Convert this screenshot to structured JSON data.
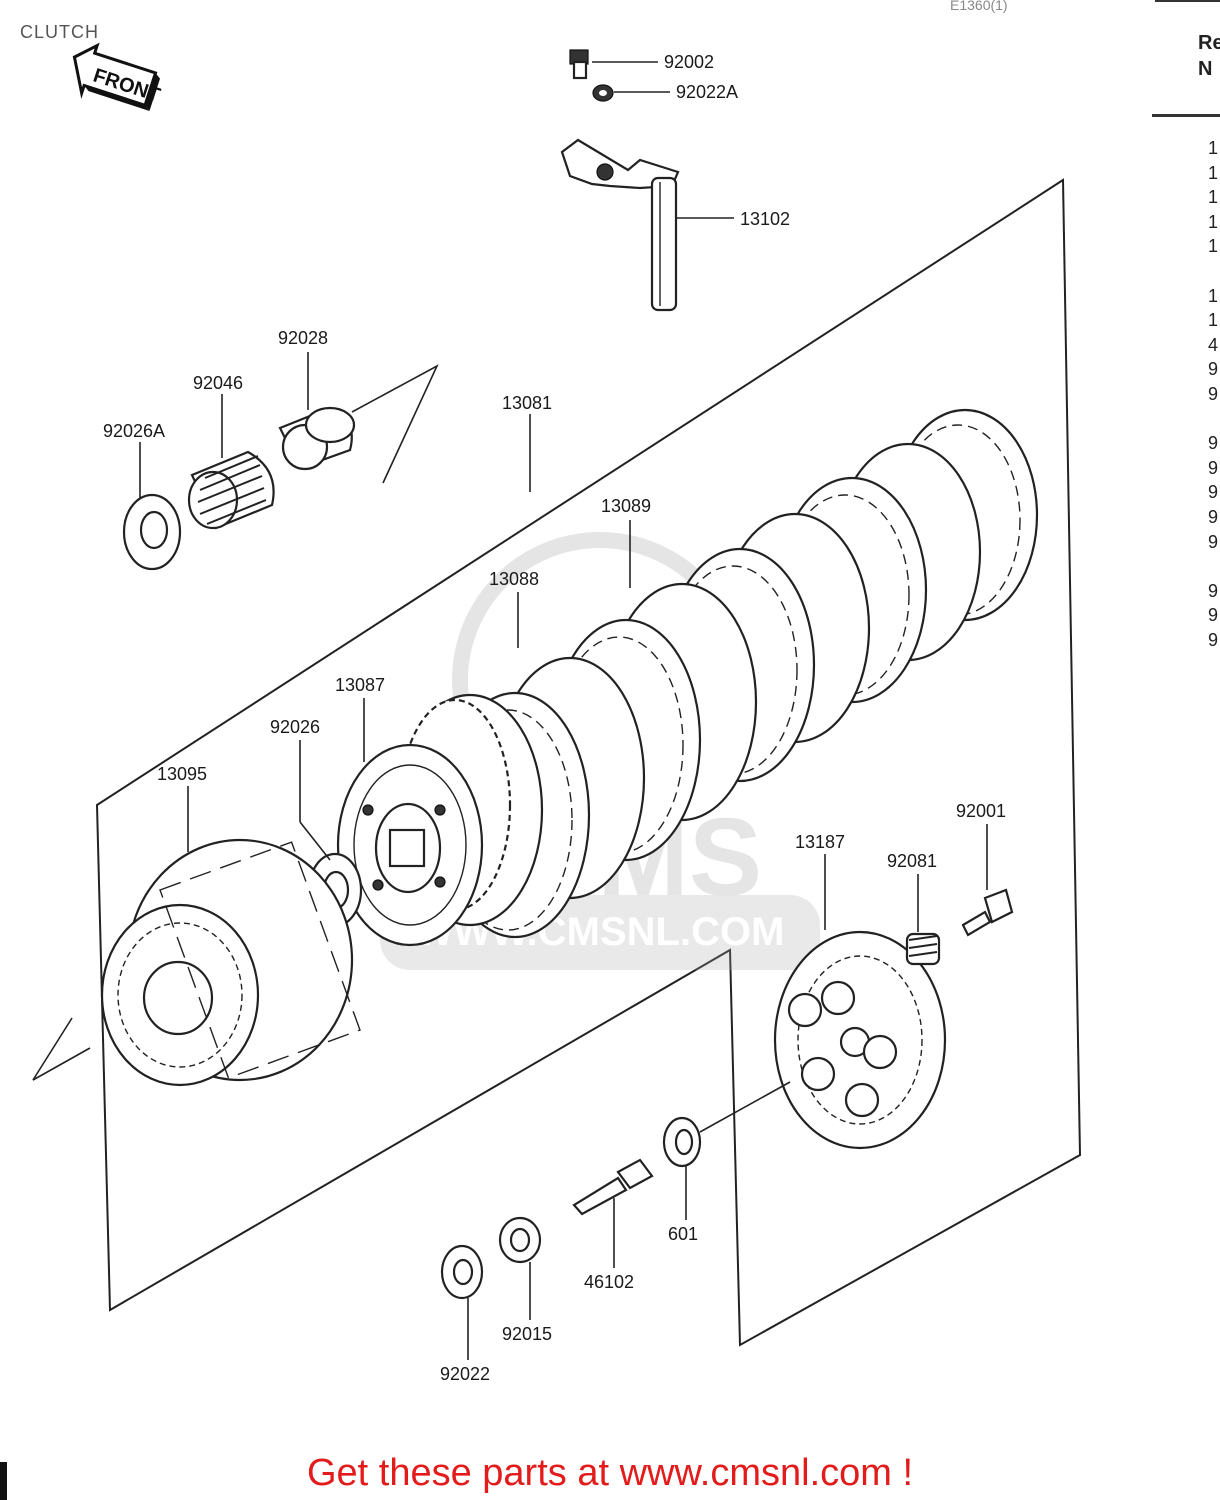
{
  "title": "CLUTCH",
  "top_code": "E1360(1)",
  "front_tag": "FRONT",
  "side_header": [
    "Re",
    "N"
  ],
  "side_column": [
    "1",
    "1",
    "1",
    "1",
    "1",
    "",
    "1",
    "1",
    "4",
    "9",
    "9",
    "",
    "9",
    "9",
    "9",
    "9",
    "9",
    "",
    "9",
    "9",
    "9"
  ],
  "footer": "Get these parts at www.cmsnl.com !",
  "watermark": "WWW.CMSNL.COM",
  "parts": {
    "p92002": "92002",
    "p92022A": "92022A",
    "p13102": "13102",
    "p92028": "92028",
    "p92046": "92046",
    "p92026A": "92026A",
    "p13081": "13081",
    "p13089": "13089",
    "p13088": "13088",
    "p13087": "13087",
    "p92026": "92026",
    "p13095": "13095",
    "p92001": "92001",
    "p13187": "13187",
    "p92081": "92081",
    "p601": "601",
    "p46102": "46102",
    "p92015": "92015",
    "p92022": "92022"
  }
}
